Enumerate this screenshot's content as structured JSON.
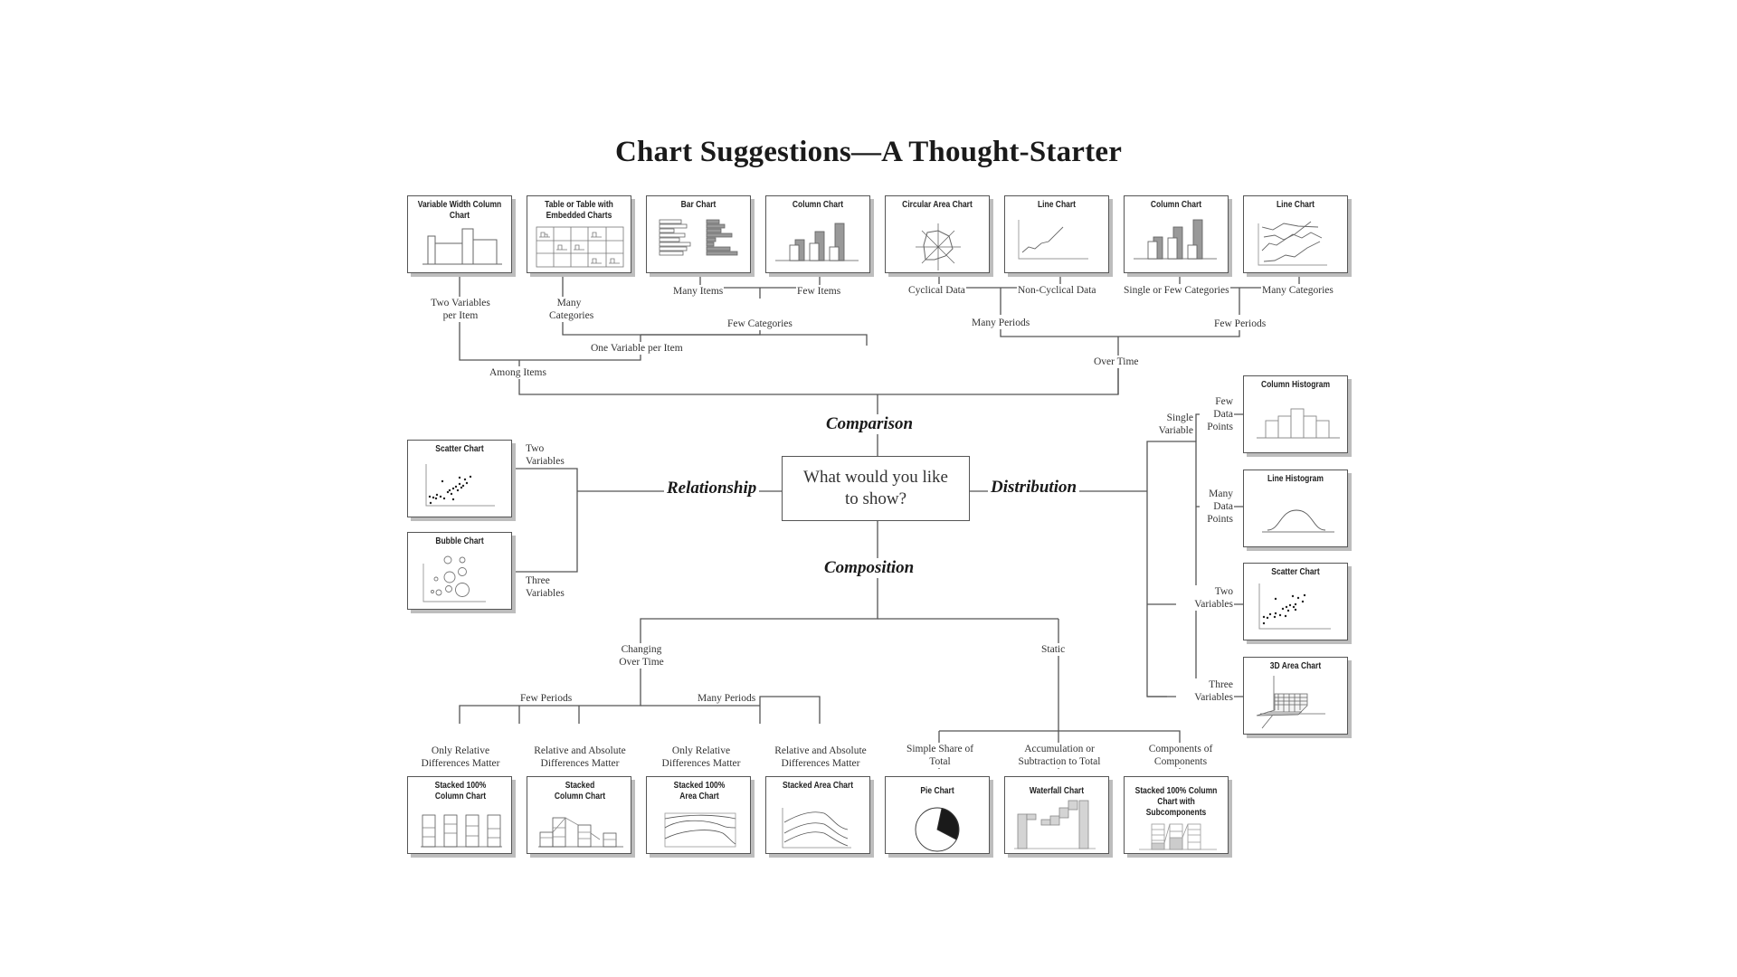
{
  "title": "Chart Suggestions—A Thought-Starter",
  "center_question": "What would you like to show?",
  "categories": {
    "comparison": "Comparison",
    "relationship": "Relationship",
    "distribution": "Distribution",
    "composition": "Composition"
  },
  "comparison": {
    "branches": {
      "among_items": "Among Items",
      "over_time": "Over Time",
      "two_variables_per_item": "Two Variables per Item",
      "one_variable_per_item": "One Variable per Item",
      "many_categories": "Many Categories",
      "few_categories": "Few Categories",
      "many_items": "Many Items",
      "few_items": "Few Items",
      "many_periods": "Many Periods",
      "few_periods": "Few Periods",
      "cyclical_data": "Cyclical Data",
      "non_cyclical_data": "Non-Cyclical Data",
      "single_or_few_categories": "Single or Few Categories",
      "many_categories_time": "Many Categories"
    },
    "charts": [
      {
        "title": "Variable Width Column Chart",
        "icon": "variable-width-column-chart-icon"
      },
      {
        "title": "Table or Table with Embedded Charts",
        "icon": "table-embedded-charts-icon"
      },
      {
        "title": "Bar Chart",
        "icon": "bar-chart-icon"
      },
      {
        "title": "Column Chart",
        "icon": "column-chart-icon"
      },
      {
        "title": "Circular Area Chart",
        "icon": "circular-area-chart-icon"
      },
      {
        "title": "Line Chart",
        "icon": "line-chart-icon"
      },
      {
        "title": "Column Chart",
        "icon": "column-chart-icon"
      },
      {
        "title": "Line Chart",
        "icon": "multi-line-chart-icon"
      }
    ]
  },
  "relationship": {
    "branches": {
      "two_variables": "Two Variables",
      "three_variables": "Three Variables"
    },
    "charts": [
      {
        "title": "Scatter Chart",
        "icon": "scatter-chart-icon"
      },
      {
        "title": "Bubble Chart",
        "icon": "bubble-chart-icon"
      }
    ]
  },
  "distribution": {
    "branches": {
      "single_variable": "Single Variable",
      "few_data_points": "Few Data Points",
      "many_data_points": "Many Data Points",
      "two_variables": "Two Variables",
      "three_variables": "Three Variables"
    },
    "charts": [
      {
        "title": "Column Histogram",
        "icon": "column-histogram-icon"
      },
      {
        "title": "Line Histogram",
        "icon": "line-histogram-icon"
      },
      {
        "title": "Scatter Chart",
        "icon": "scatter-chart-icon"
      },
      {
        "title": "3D Area Chart",
        "icon": "3d-area-chart-icon"
      }
    ]
  },
  "composition": {
    "branches": {
      "changing_over_time": "Changing Over Time",
      "static": "Static",
      "few_periods": "Few Periods",
      "many_periods": "Many Periods",
      "only_relative_1": "Only Relative Differences Matter",
      "relative_absolute_1": "Relative and Absolute Differences Matter",
      "only_relative_2": "Only Relative Differences Matter",
      "relative_absolute_2": "Relative and Absolute Differences Matter",
      "simple_share": "Simple Share of Total",
      "accumulation": "Accumulation or Subtraction to Total",
      "components": "Components of Components"
    },
    "charts": [
      {
        "title": "Stacked 100% Column Chart",
        "icon": "stacked-100-column-chart-icon"
      },
      {
        "title": "Stacked Column Chart",
        "icon": "stacked-column-chart-icon"
      },
      {
        "title": "Stacked 100% Area Chart",
        "icon": "stacked-100-area-chart-icon"
      },
      {
        "title": "Stacked Area Chart",
        "icon": "stacked-area-chart-icon"
      },
      {
        "title": "Pie Chart",
        "icon": "pie-chart-icon"
      },
      {
        "title": "Waterfall Chart",
        "icon": "waterfall-chart-icon"
      },
      {
        "title": "Stacked 100% Column Chart with Subcomponents",
        "icon": "stacked-100-column-subcomponents-icon"
      }
    ]
  }
}
